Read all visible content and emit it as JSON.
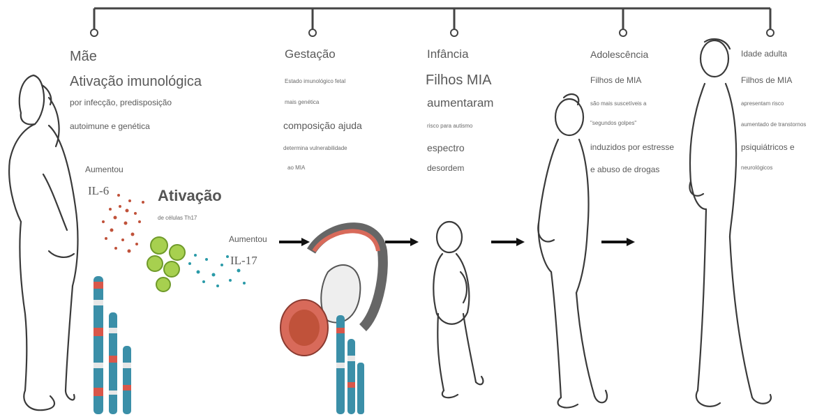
{
  "stages": [
    {
      "title": "Mãe",
      "lines": [
        "Ativação imunológica",
        "por infecção, predisposição",
        "autoimune e genética"
      ]
    },
    {
      "title": "Gestação",
      "lines": [
        "Estado imunológico fetal",
        "mais genética",
        "composição ajuda",
        "determina vulnerabilidade",
        "ao MIA"
      ]
    },
    {
      "title": "Infância",
      "lines": [
        "Filhos MIA",
        "aumentaram",
        "risco para autismo",
        "espectro",
        "desordem"
      ]
    },
    {
      "title": "Adolescência",
      "lines": [
        "Filhos de MIA",
        "são mais suscetíveis a",
        "\"segundos golpes\"",
        "induzidos por estresse",
        "e abuso de drogas"
      ]
    },
    {
      "title": "Idade adulta",
      "lines": [
        "Filhos de MIA",
        "apresentam risco",
        "aumentado de transtornos",
        "psiquiátricos e",
        "neurológicos"
      ]
    }
  ],
  "labels": {
    "aumentou_1": "Aumentou",
    "il6": "IL-6",
    "ativacao": "Ativação",
    "th17": "de células Th17",
    "aumentou_2": "Aumentou",
    "il17": "IL-17"
  },
  "colors": {
    "line": "#444444",
    "il6_dots": "#c0523a",
    "il17_dots": "#2a9aa8",
    "cells": "#8cc63f",
    "chromosome_blue": "#3b8fa8",
    "chromosome_red": "#d9574a",
    "placenta": "#d86a5a"
  }
}
